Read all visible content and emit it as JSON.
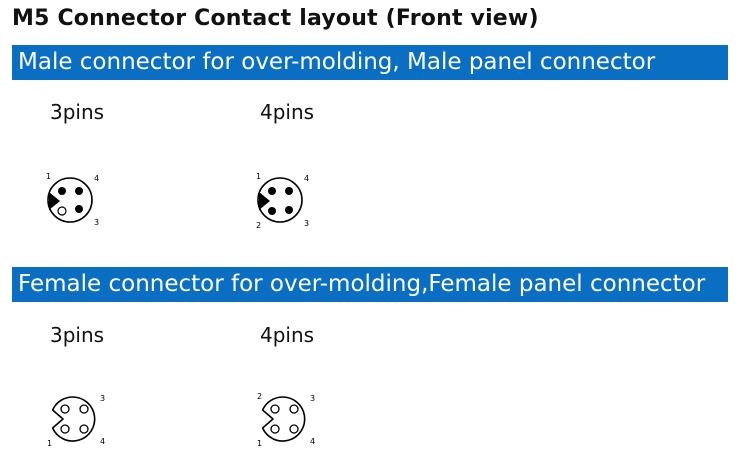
{
  "title": "M5 Connector Contact layout (Front view)",
  "sections": [
    {
      "heading": "Male connector for over-molding, Male panel connector",
      "diagrams": [
        {
          "label": "3pins",
          "pin_numbers": [
            "1",
            "4",
            "3"
          ]
        },
        {
          "label": "4pins",
          "pin_numbers": [
            "1",
            "4",
            "2",
            "3"
          ]
        }
      ]
    },
    {
      "heading": "Female connector for over-molding,Female panel connector",
      "diagrams": [
        {
          "label": "3pins",
          "pin_numbers": [
            "3",
            "1",
            "4"
          ]
        },
        {
          "label": "4pins",
          "pin_numbers": [
            "2",
            "3",
            "1",
            "4"
          ]
        }
      ]
    }
  ]
}
